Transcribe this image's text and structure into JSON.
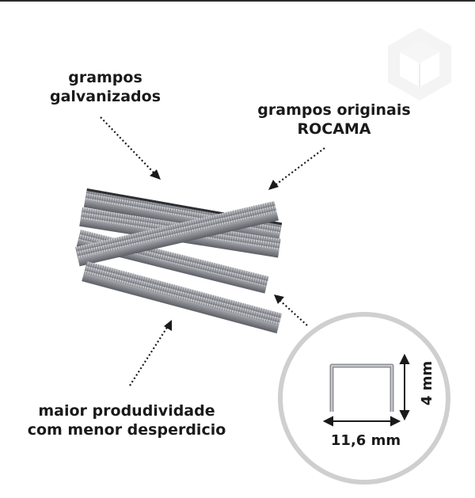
{
  "labels": {
    "galvanized_line1": "grampos",
    "galvanized_line2": "galvanizados",
    "original_line1": "grampos originais",
    "original_line2": "ROCAMA",
    "productivity_line1": "maior produdividade",
    "productivity_line2": "com menor desperdicio"
  },
  "dimensions": {
    "width": "11,6 mm",
    "height": "4 mm"
  },
  "icons": {
    "watermark": "cube-logo-watermark"
  },
  "colors": {
    "background": "#ffffff",
    "text": "#1a1a1a",
    "circle": "#cfcfcf",
    "staple_metal": "#9a9ca2"
  }
}
